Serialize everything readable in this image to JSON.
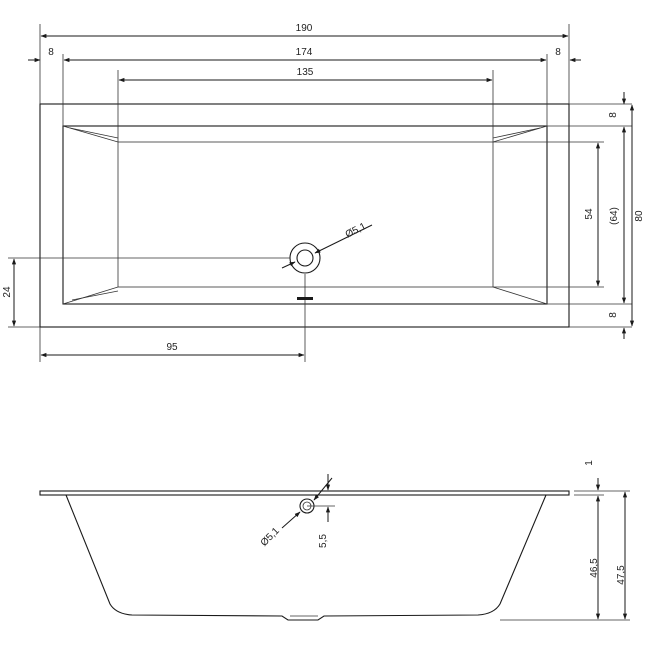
{
  "top_view": {
    "dimensions": {
      "overall_length": "190",
      "left_rim": "8",
      "inner_length": "174",
      "right_rim": "8",
      "bottom_length": "135",
      "drain_from_left": "95",
      "drain_from_bottom": "24",
      "top_rim": "8",
      "bottom_rim": "8",
      "bottom_width": "54",
      "inner_width": "(64)",
      "overall_width": "80",
      "drain_diameter": "Ø5,1"
    }
  },
  "side_view": {
    "dimensions": {
      "rim_thickness": "1",
      "overflow_height": "5,5",
      "inner_depth": "46,5",
      "overall_height": "47,5",
      "overflow_diameter": "Ø5,1"
    }
  }
}
